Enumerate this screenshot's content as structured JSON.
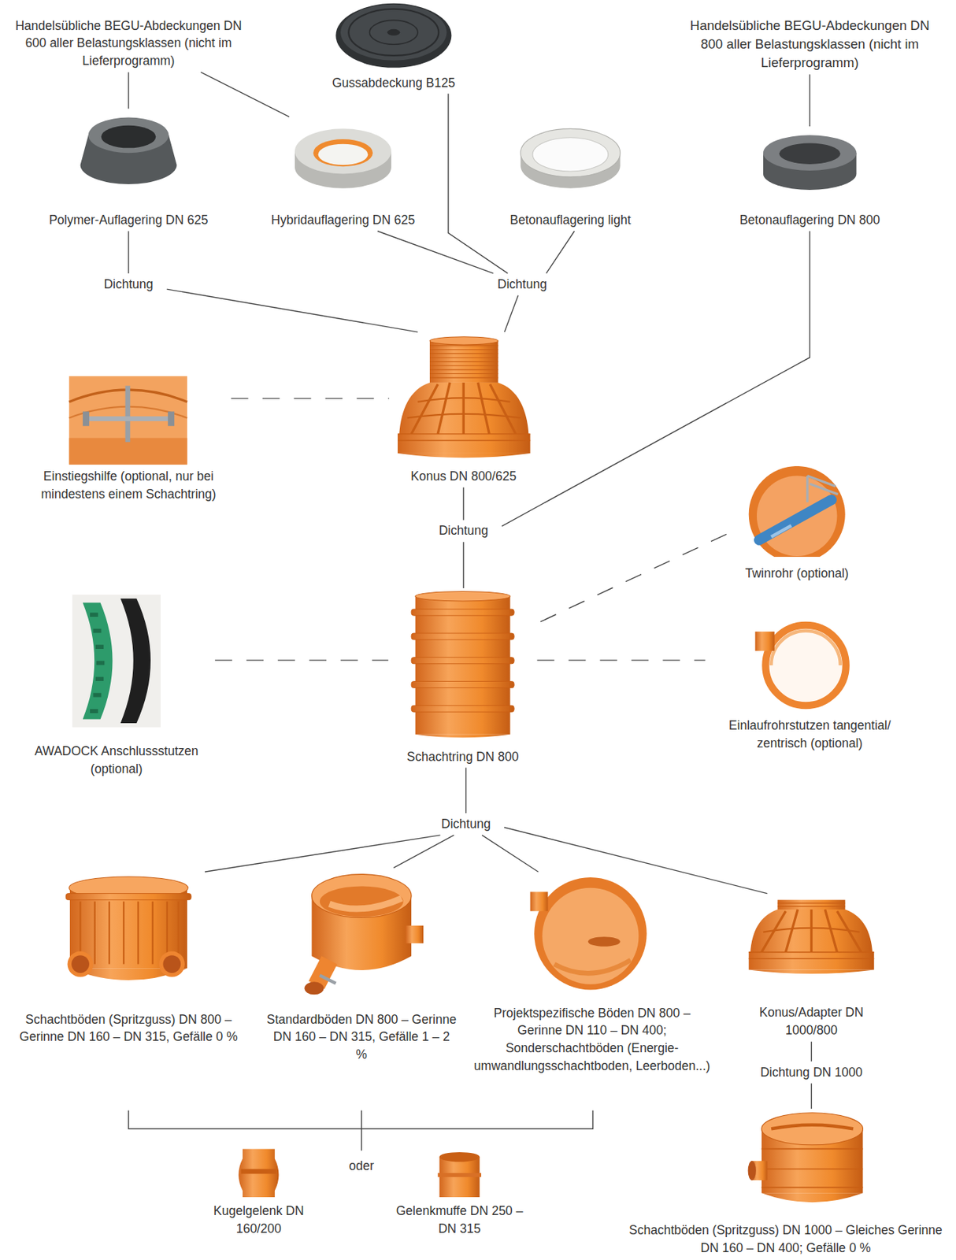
{
  "diagram": {
    "nodes": [
      {
        "text": [
          "Handelsübliche BEGU-Abdeckungen DN 600 aller Belastungsklassen (nicht im Lieferprogramm)"
        ]
      },
      {
        "text": [
          "Gussabdeckung B125"
        ]
      },
      {
        "text": [
          "Handelsübliche BEGU-Abdeckungen DN 800 aller Belastungsklassen (nicht im Lieferprogramm)"
        ]
      },
      {
        "text": [
          "Polymer-Auflagering DN 625"
        ]
      },
      {
        "text": [
          "Hybridauflagering DN 625"
        ]
      },
      {
        "text": [
          "Betonauflagering light"
        ]
      },
      {
        "text": [
          "Betonauflagering DN 800"
        ]
      },
      {
        "text": [
          "Dichtung"
        ]
      },
      {
        "text": [
          "Dichtung"
        ]
      },
      {
        "text": [
          "Einstiegshilfe (optional, nur bei mindestens einem Schachtring)"
        ]
      },
      {
        "text": [
          "Konus DN 800/625"
        ]
      },
      {
        "text": [
          "Dichtung"
        ]
      },
      {
        "text": [
          "Twinrohr (optional)"
        ]
      },
      {
        "text": [
          "AWADOCK Anschlussstutzen (optional)"
        ]
      },
      {
        "text": [
          "Schachtring DN 800"
        ]
      },
      {
        "text": [
          "Einlaufrohrstutzen tangential/ zentrisch (optional)"
        ]
      },
      {
        "text": [
          "Dichtung"
        ]
      },
      {
        "text": [
          "Schachtböden (Spritzguss) DN 800 – Gerinne DN 160 – DN 315, Gefälle 0 %"
        ]
      },
      {
        "text": [
          "Standardböden DN 800 – Gerinne DN 160 – DN 315, Gefälle 1 – 2 %"
        ]
      },
      {
        "text": [
          "Projektspezifische Böden DN 800 – Gerinne DN 110 – DN 400; Sonderschachtböden (Energie- umwandlungsschachtboden, Leerboden...)"
        ]
      },
      {
        "text": [
          "Konus/Adapter DN 1000/800"
        ]
      },
      {
        "text": [
          "Dichtung DN 1000"
        ]
      },
      {
        "text": [
          "Schachtböden (Spritzguss) DN 1000 – Gleiches Gerinne DN 160 – DN 400; Gefälle 0 %"
        ]
      },
      {
        "text": [
          "Kugelgelenk DN 160/200"
        ]
      },
      {
        "text": [
          "Gelenkmuffe DN 250 – DN 315"
        ]
      }
    ],
    "edges": [
      {
        "from": 0,
        "to": 3,
        "arrow": "none"
      },
      {
        "from": 0,
        "to": 4,
        "arrow": "none"
      },
      {
        "from": 1,
        "to": 8,
        "arrow": "none"
      },
      {
        "from": 2,
        "to": 6,
        "arrow": "none"
      },
      {
        "from": 3,
        "to": 7,
        "arrow": "none"
      },
      {
        "from": 4,
        "to": 8,
        "arrow": "none"
      },
      {
        "from": 5,
        "to": 8,
        "arrow": "none"
      },
      {
        "from": 7,
        "to": 10,
        "arrow": "none"
      },
      {
        "from": 8,
        "to": 10,
        "arrow": "none"
      },
      {
        "from": 9,
        "to": 10,
        "arrow": "none"
      },
      {
        "from": 10,
        "to": 11,
        "arrow": "none"
      },
      {
        "from": 6,
        "to": 11,
        "arrow": "none"
      },
      {
        "from": 11,
        "to": 14,
        "arrow": "none"
      },
      {
        "from": 12,
        "to": 14,
        "arrow": "none"
      },
      {
        "from": 13,
        "to": 14,
        "arrow": "none"
      },
      {
        "from": 14,
        "to": 15,
        "arrow": "none"
      },
      {
        "from": 14,
        "to": 16,
        "arrow": "none"
      },
      {
        "from": 16,
        "to": 17,
        "arrow": "none"
      },
      {
        "from": 16,
        "to": 18,
        "arrow": "none"
      },
      {
        "from": 16,
        "to": 19,
        "arrow": "none"
      },
      {
        "from": 16,
        "to": 20,
        "arrow": "none"
      },
      {
        "from": 20,
        "to": 21,
        "arrow": "none"
      },
      {
        "from": 21,
        "to": 22,
        "arrow": "none"
      }
    ],
    "labels": [
      "oder"
    ]
  }
}
